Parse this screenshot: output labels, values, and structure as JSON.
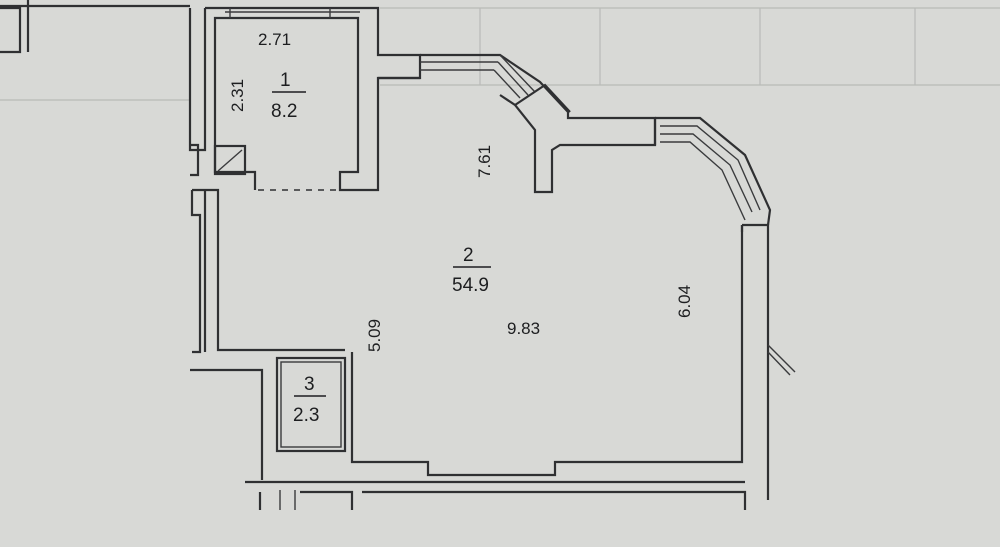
{
  "rooms": [
    {
      "number": "1",
      "area": "8.2"
    },
    {
      "number": "2",
      "area": "54.9"
    },
    {
      "number": "3",
      "area": "2.3"
    }
  ],
  "dimensions": {
    "room1_width": "2.71",
    "room1_height": "2.31",
    "main_upper": "7.61",
    "main_width": "9.83",
    "main_left": "5.09",
    "main_right": "6.04"
  },
  "colors": {
    "background": "#d8d9d6",
    "wall": "#2f3032"
  }
}
